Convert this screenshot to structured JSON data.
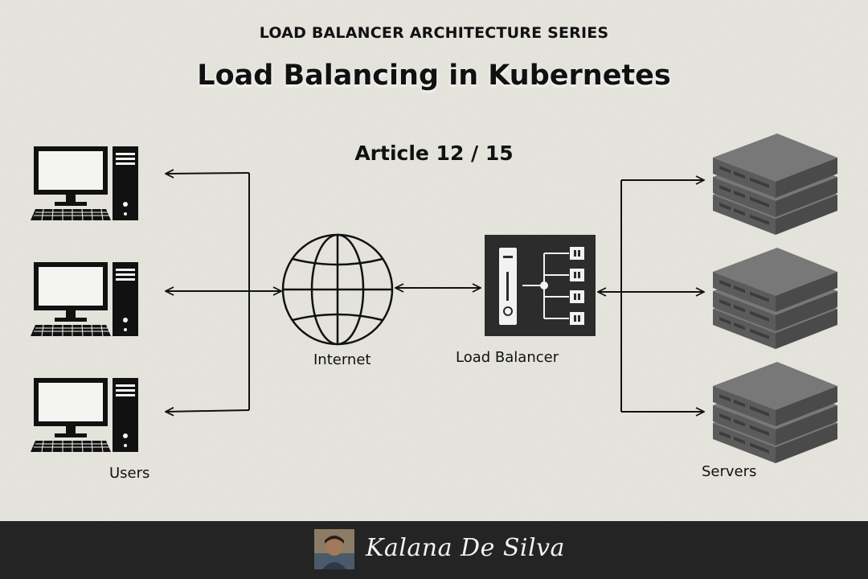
{
  "header": {
    "series": "LOAD BALANCER ARCHITECTURE SERIES",
    "title": "Load Balancing in Kubernetes",
    "article": "Article 12 / 15"
  },
  "diagram": {
    "users_label": "Users",
    "internet_label": "Internet",
    "load_balancer_label": "Load Balancer",
    "servers_label": "Servers"
  },
  "footer": {
    "author": "Kalana De Silva"
  },
  "colors": {
    "background": "#ecebe4",
    "ink": "#111111",
    "server": "#6b6b6b",
    "footer": "#242424"
  }
}
